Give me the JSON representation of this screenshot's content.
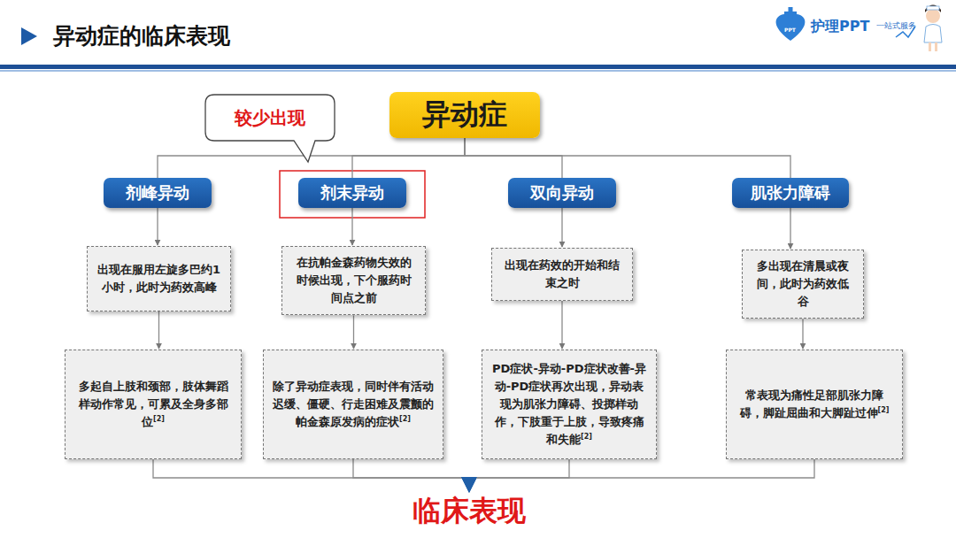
{
  "diagram": {
    "title": "异动症的临床表现",
    "nodes": [
      {
        "text": [
          "较少出现"
        ]
      },
      {
        "text": [
          "异动症"
        ]
      },
      {
        "text": [
          "剂峰异动"
        ]
      },
      {
        "text": [
          "剂末异动"
        ]
      },
      {
        "text": [
          "双向异动"
        ]
      },
      {
        "text": [
          "肌张力障碍"
        ]
      },
      {
        "text": [
          "出现在服用左旋多巴约1小时，此时为药效高峰"
        ]
      },
      {
        "text": [
          "在抗帕金森药物失效的时候出现，下个服药时间点之前"
        ]
      },
      {
        "text": [
          "出现在药效的开始和结束之时"
        ]
      },
      {
        "text": [
          "多出现在清晨或夜间，此时为药效低谷"
        ]
      },
      {
        "text": [
          "多起自上肢和颈部，肢体舞蹈样动作常见，可累及全身多部位",
          "[2]"
        ]
      },
      {
        "text": [
          "除了异动症表现，同时伴有活动迟缓、僵硬、行走困难及震颤的帕金森原发病的症状",
          "[2]"
        ]
      },
      {
        "text": [
          "PD症状-异动-PD症状改善-异动-PD症状再次出现，异动表现为肌张力障碍、投掷样动作，下肢重于上肢，导致疼痛和失能",
          "[2]"
        ]
      },
      {
        "text": [
          "常表现为痛性足部肌张力障碍，脚趾屈曲和大脚趾过伸",
          "[2]"
        ]
      },
      {
        "text": [
          "临床表现"
        ]
      }
    ],
    "edges": [
      {
        "from": 1,
        "to": 2,
        "arrow": "none"
      },
      {
        "from": 1,
        "to": 3,
        "arrow": "none"
      },
      {
        "from": 1,
        "to": 4,
        "arrow": "none"
      },
      {
        "from": 1,
        "to": 5,
        "arrow": "none"
      },
      {
        "from": 2,
        "to": 6,
        "arrow": "to"
      },
      {
        "from": 3,
        "to": 7,
        "arrow": "to"
      },
      {
        "from": 4,
        "to": 8,
        "arrow": "to"
      },
      {
        "from": 5,
        "to": 9,
        "arrow": "to"
      },
      {
        "from": 6,
        "to": 10,
        "arrow": "to"
      },
      {
        "from": 7,
        "to": 11,
        "arrow": "to"
      },
      {
        "from": 8,
        "to": 12,
        "arrow": "to"
      },
      {
        "from": 9,
        "to": 13,
        "arrow": "to"
      },
      {
        "from": 10,
        "to": 14,
        "arrow": "to"
      },
      {
        "from": 11,
        "to": 14,
        "arrow": "to"
      },
      {
        "from": 12,
        "to": 14,
        "arrow": "to"
      },
      {
        "from": 13,
        "to": 14,
        "arrow": "to"
      }
    ],
    "labels": [
      "PPT",
      "护理PPT",
      "一站式服务"
    ]
  }
}
